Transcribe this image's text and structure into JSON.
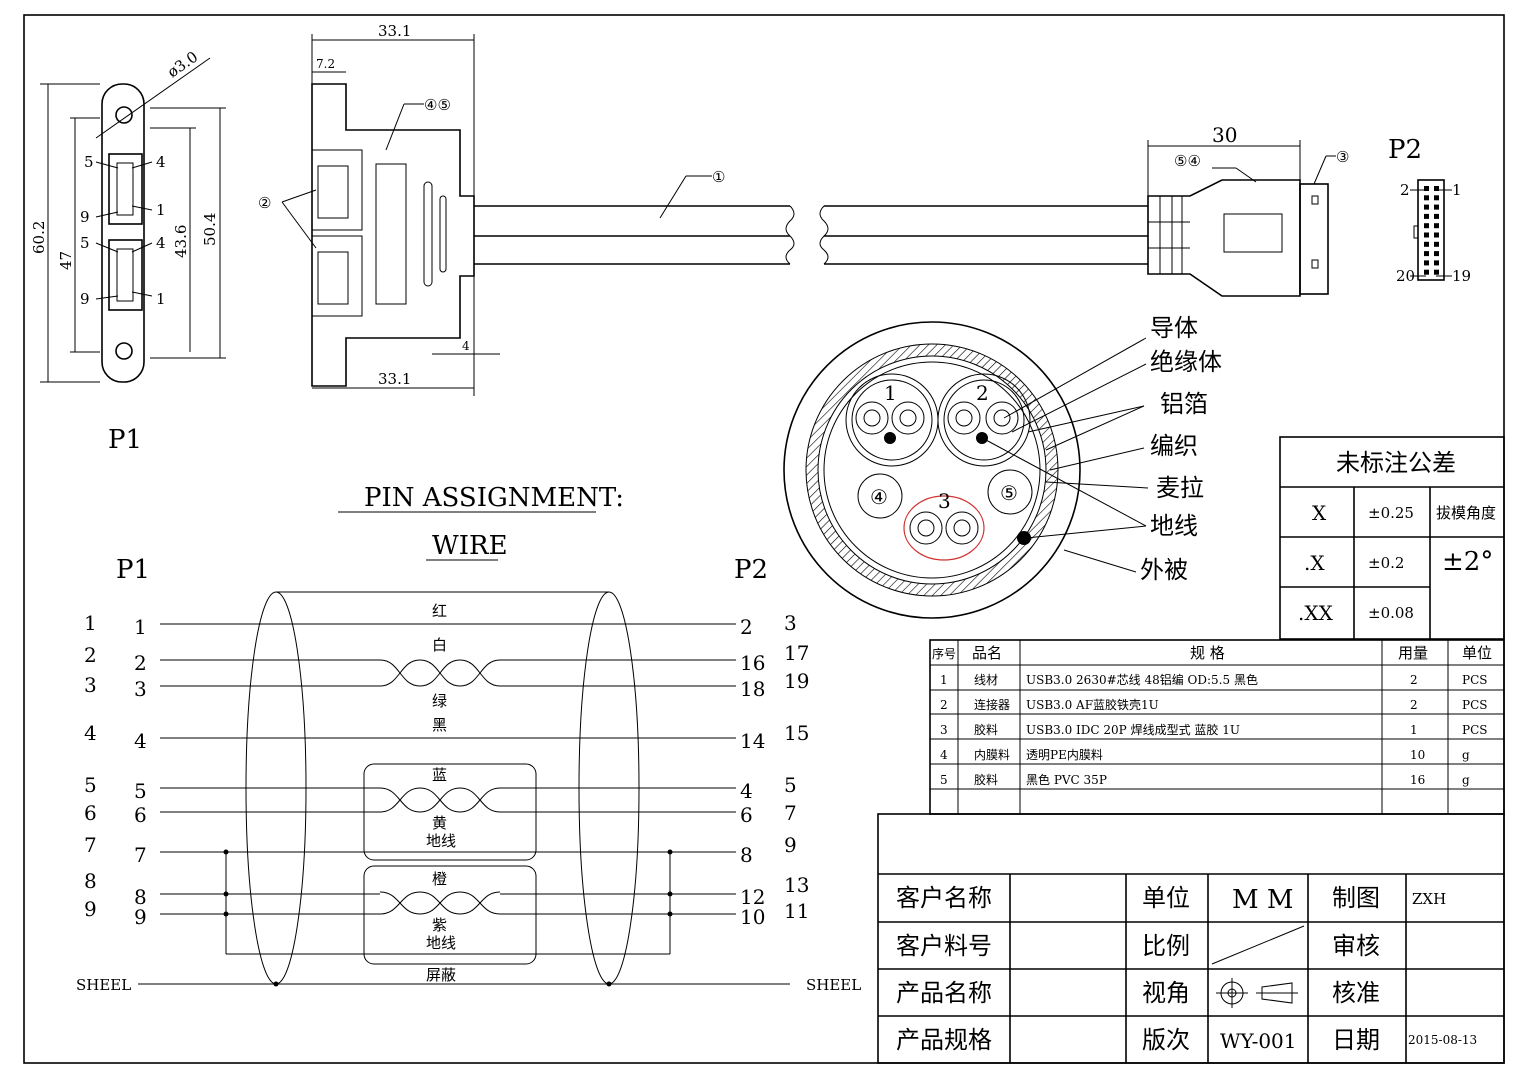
{
  "frame": {
    "border_color": "#000000",
    "highlight_color": "#d03030"
  },
  "p1": {
    "label": "P1",
    "dims": {
      "d1": "60.2",
      "d2": "47",
      "d3": "43.6",
      "d4": "50.4",
      "hole": "ø3.0"
    },
    "port1_pins": {
      "a": "5",
      "b": "4",
      "c": "9",
      "d": "1"
    },
    "port2_pins": {
      "a": "5",
      "b": "4",
      "c": "9",
      "d": "1"
    }
  },
  "side_view": {
    "dim_top": "33.1",
    "dim_small": "7.2",
    "dim_bottom": "33.1",
    "dim_4": "4",
    "callout_45": "④⑤",
    "callout_2": "②",
    "callout_1": "①"
  },
  "p2_plug": {
    "dim_30": "30",
    "callout_54": "⑤④",
    "callout_3": "③"
  },
  "p2": {
    "label": "P2",
    "pin_2": "2",
    "pin_1": "1",
    "pin_20": "20",
    "pin_19": "19"
  },
  "cross_section": {
    "pair1": "1",
    "pair2": "2",
    "pair3": "3",
    "wire4": "④",
    "wire5": "⑤",
    "labels": [
      "导体",
      "绝缘体",
      "铝箔",
      "编织",
      "麦拉",
      "地线",
      "外被"
    ]
  },
  "pin_assignment": {
    "title": "PIN ASSIGNMENT:",
    "subtitle": "WIRE",
    "left_header": "P1",
    "right_header": "P2",
    "rows": [
      {
        "outer": "1",
        "inner": "1",
        "p2": "2",
        "p2b": "3",
        "color": "红"
      },
      {
        "outer": "2",
        "inner": "2",
        "p2": "16",
        "p2b": "17",
        "color": "白"
      },
      {
        "outer": "3",
        "inner": "3",
        "p2": "18",
        "p2b": "19",
        "color": "绿"
      },
      {
        "outer": "4",
        "inner": "4",
        "p2": "14",
        "p2b": "15",
        "color": "黑"
      },
      {
        "outer": "5",
        "inner": "5",
        "p2": "4",
        "p2b": "5",
        "color": "蓝"
      },
      {
        "outer": "6",
        "inner": "6",
        "p2": "6",
        "p2b": "7",
        "color": "黄"
      },
      {
        "outer": "7",
        "inner": "7",
        "p2": "8",
        "p2b": "9",
        "color": "地线"
      },
      {
        "outer": "8",
        "inner": "8",
        "p2": "12",
        "p2b": "13",
        "color": "橙"
      },
      {
        "outer": "9",
        "inner": "9",
        "p2": "10",
        "p2b": "11",
        "color": "紫"
      }
    ],
    "ground2": "地线",
    "shield_label": "屏蔽",
    "sheel_left": "SHEEL",
    "sheel_right": "SHEEL"
  },
  "tolerance": {
    "title": "未标注公差",
    "rows": [
      {
        "key": "X",
        "val": "±0.25"
      },
      {
        "key": ".X",
        "val": "±0.2"
      },
      {
        "key": ".XX",
        "val": "±0.08"
      }
    ],
    "draft_label": "拔模角度",
    "draft_value": "±2°"
  },
  "bom": {
    "headers": [
      "序号",
      "品名",
      "规 格",
      "用量",
      "单位"
    ],
    "rows": [
      {
        "no": "1",
        "name": "线材",
        "spec": "USB3.0 2630#芯线 48铝编 OD:5.5 黑色",
        "qty": "2",
        "unit": "PCS"
      },
      {
        "no": "2",
        "name": "连接器",
        "spec": "USB3.0 AF蓝胶铁壳1U",
        "qty": "2",
        "unit": "PCS"
      },
      {
        "no": "3",
        "name": "胶料",
        "spec": "USB3.0 IDC 20P 焊线成型式 蓝胶 1U",
        "qty": "1",
        "unit": "PCS"
      },
      {
        "no": "4",
        "name": "内膜料",
        "spec": "透明PE内膜料",
        "qty": "10",
        "unit": "g"
      },
      {
        "no": "5",
        "name": "胶料",
        "spec": "黑色 PVC 35P",
        "qty": "16",
        "unit": "g"
      }
    ]
  },
  "title_block": {
    "customer_name_label": "客户名称",
    "customer_name": "",
    "customer_pn_label": "客户料号",
    "customer_pn": "",
    "product_name_label": "产品名称",
    "product_name": "",
    "product_spec_label": "产品规格",
    "product_spec": "",
    "unit_label": "单位",
    "unit": "M M",
    "scale_label": "比例",
    "view_label": "视角",
    "rev_label": "版次",
    "rev": "WY-001",
    "drawn_label": "制图",
    "drawn": "ZXH",
    "check_label": "审核",
    "check": "",
    "approve_label": "核准",
    "approve": "",
    "date_label": "日期",
    "date": "2015-08-13"
  }
}
